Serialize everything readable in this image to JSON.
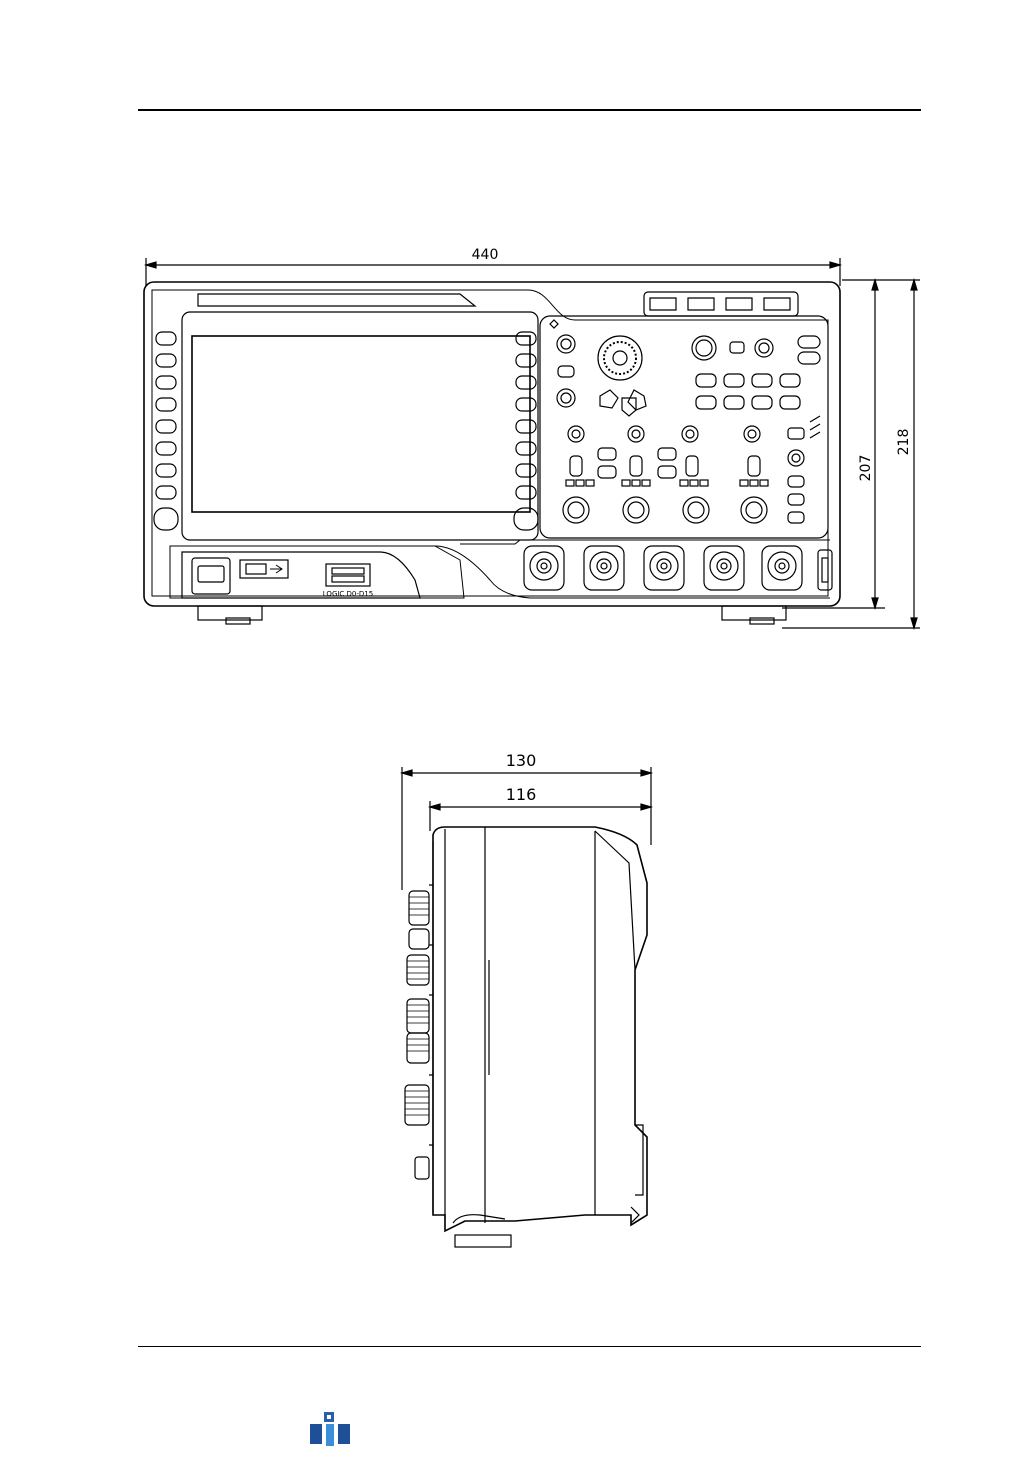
{
  "front_view": {
    "width_label": "440",
    "height_body_label": "207",
    "height_total_label": "218",
    "logic_port_label": "LOGIC D0-D15"
  },
  "side_view": {
    "depth_total_label": "130",
    "depth_body_label": "116"
  },
  "logo": {
    "name": "publisher-logo"
  }
}
